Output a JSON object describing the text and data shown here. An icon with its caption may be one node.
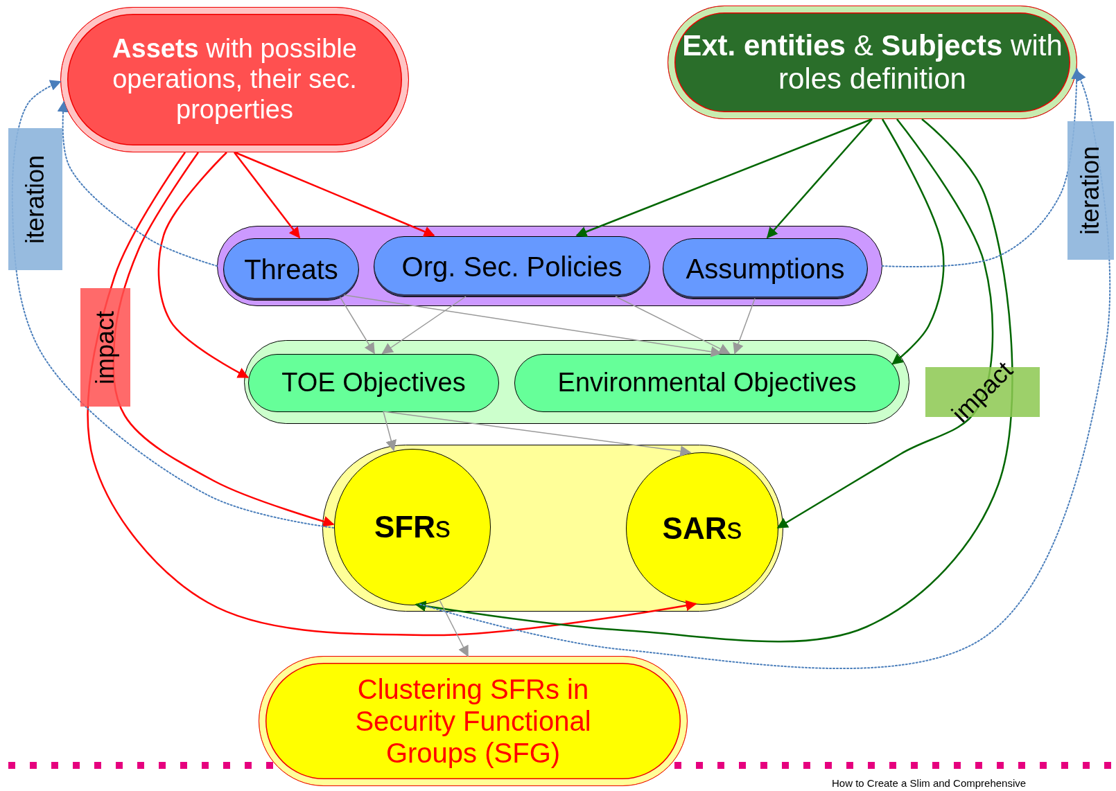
{
  "diagram": {
    "nodes": [
      {
        "text": [
          "**Assets** with possible operations, their sec. properties"
        ]
      },
      {
        "text": [
          "**Ext. entities** & **Subjects** with roles definition"
        ]
      },
      {
        "text": [],
        "shape": "box"
      },
      {
        "text": [
          "Threats"
        ],
        "in": 2
      },
      {
        "text": [
          "Org. Sec. Policies"
        ],
        "in": 2
      },
      {
        "text": [
          "Assumptions"
        ],
        "in": 2
      },
      {
        "text": [],
        "shape": "box"
      },
      {
        "text": [
          "TOE Objectives"
        ],
        "in": 6
      },
      {
        "text": [
          "Environmental Objectives"
        ],
        "in": 6
      },
      {
        "text": [],
        "shape": "box"
      },
      {
        "text": [
          "**SFR**s"
        ],
        "in": 9
      },
      {
        "text": [
          "**SAR**s"
        ],
        "in": 9
      },
      {
        "text": [
          "Clustering SFRs in Security Functional Groups (SFG)"
        ]
      }
    ],
    "edges": [
      {
        "from": 0,
        "to": 3,
        "arrow": "to",
        "color": "#ff0000"
      },
      {
        "from": 0,
        "to": 4,
        "arrow": "to",
        "color": "#ff0000"
      },
      {
        "from": 0,
        "to": 7,
        "arrow": "to",
        "color": "#ff0000"
      },
      {
        "from": 0,
        "to": 10,
        "arrow": "to",
        "color": "#ff0000",
        "label": "impact"
      },
      {
        "from": 0,
        "to": 11,
        "arrow": "to",
        "color": "#ff0000"
      },
      {
        "from": 1,
        "to": 4,
        "arrow": "to",
        "color": "#006600"
      },
      {
        "from": 1,
        "to": 5,
        "arrow": "to",
        "color": "#006600"
      },
      {
        "from": 1,
        "to": 8,
        "arrow": "to",
        "color": "#006600"
      },
      {
        "from": 1,
        "to": 11,
        "arrow": "to",
        "color": "#006600",
        "label": "impact"
      },
      {
        "from": 1,
        "to": 10,
        "arrow": "to",
        "color": "#006600"
      },
      {
        "from": 3,
        "to": 7,
        "arrow": "to"
      },
      {
        "from": 4,
        "to": 7,
        "arrow": "to"
      },
      {
        "from": 3,
        "to": 8,
        "arrow": "to"
      },
      {
        "from": 4,
        "to": 8,
        "arrow": "to"
      },
      {
        "from": 5,
        "to": 8,
        "arrow": "to"
      },
      {
        "from": 7,
        "to": 10,
        "arrow": "to"
      },
      {
        "from": 7,
        "to": 11,
        "arrow": "to"
      },
      {
        "from": 10,
        "to": 12,
        "arrow": "to"
      },
      {
        "from": 2,
        "to": 0,
        "arrow": "to",
        "style": "dashed",
        "color": "#4a7ebb"
      },
      {
        "from": 10,
        "to": 0,
        "arrow": "to",
        "style": "dashed",
        "color": "#4a7ebb",
        "label": "iteration"
      },
      {
        "from": 2,
        "to": 1,
        "arrow": "to",
        "style": "dashed",
        "color": "#4a7ebb"
      },
      {
        "from": 10,
        "to": 1,
        "arrow": "to",
        "style": "dashed",
        "color": "#4a7ebb",
        "label": "iteration"
      }
    ],
    "labels": [
      "How to Create a Slim and Comprehensive"
    ]
  }
}
